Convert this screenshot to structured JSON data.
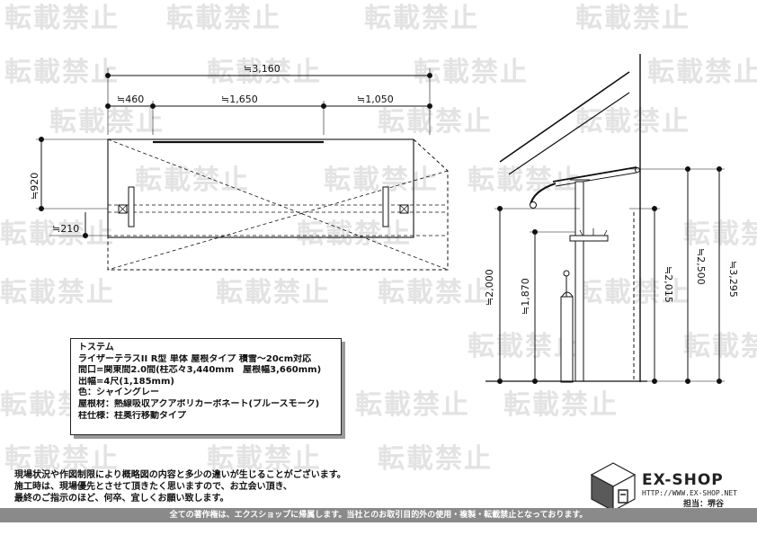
{
  "watermark": "転載禁止",
  "plan_view": {
    "dimensions": {
      "overall_width": "≒3,160",
      "left_offset": "≒460",
      "center_span": "≒1,650",
      "right_span": "≒1,050",
      "depth": "≒920",
      "post_offset": "≒210"
    }
  },
  "side_view": {
    "dimensions": {
      "total_height": "≒3,295",
      "roof_height": "≒2,500",
      "front_height": "≒2,015",
      "floor_to_beam": "≒2,000",
      "post_height": "≒1,870"
    }
  },
  "spec": {
    "manufacturer": "トステム",
    "product": "ライザーテラスII R型 単体 屋根タイプ 積雪～20cm対応",
    "frontage": "間口=関東間2.0間(柱芯々3,440mm　屋根幅3,660mm)",
    "projection": "出幅=4尺(1,185mm)",
    "color": "色：シャイングレー",
    "roof_material": "屋根材：熱線吸収アクアポリカーボネート(ブルースモーク)",
    "post_spec": "柱仕様：柱奥行移動タイプ"
  },
  "notes": [
    "現場状況や作図制限により概略図の内容と多少の違いが生じることがございます。",
    "施工時は、現場優先とさせて頂きたく思いますので、お立会い頂き、",
    "最終のご指示のほど、何卒、宜しくお願い致します。"
  ],
  "footer": {
    "copyright": "全ての著作権は、エクスショップに帰属します。当社とのお取引目的外の使用・複製・転載禁止となっております。"
  },
  "brand": {
    "name": "EX-SHOP",
    "url": "HTTP://WWW.EX-SHOP.NET",
    "staff": "担当：堺谷"
  }
}
